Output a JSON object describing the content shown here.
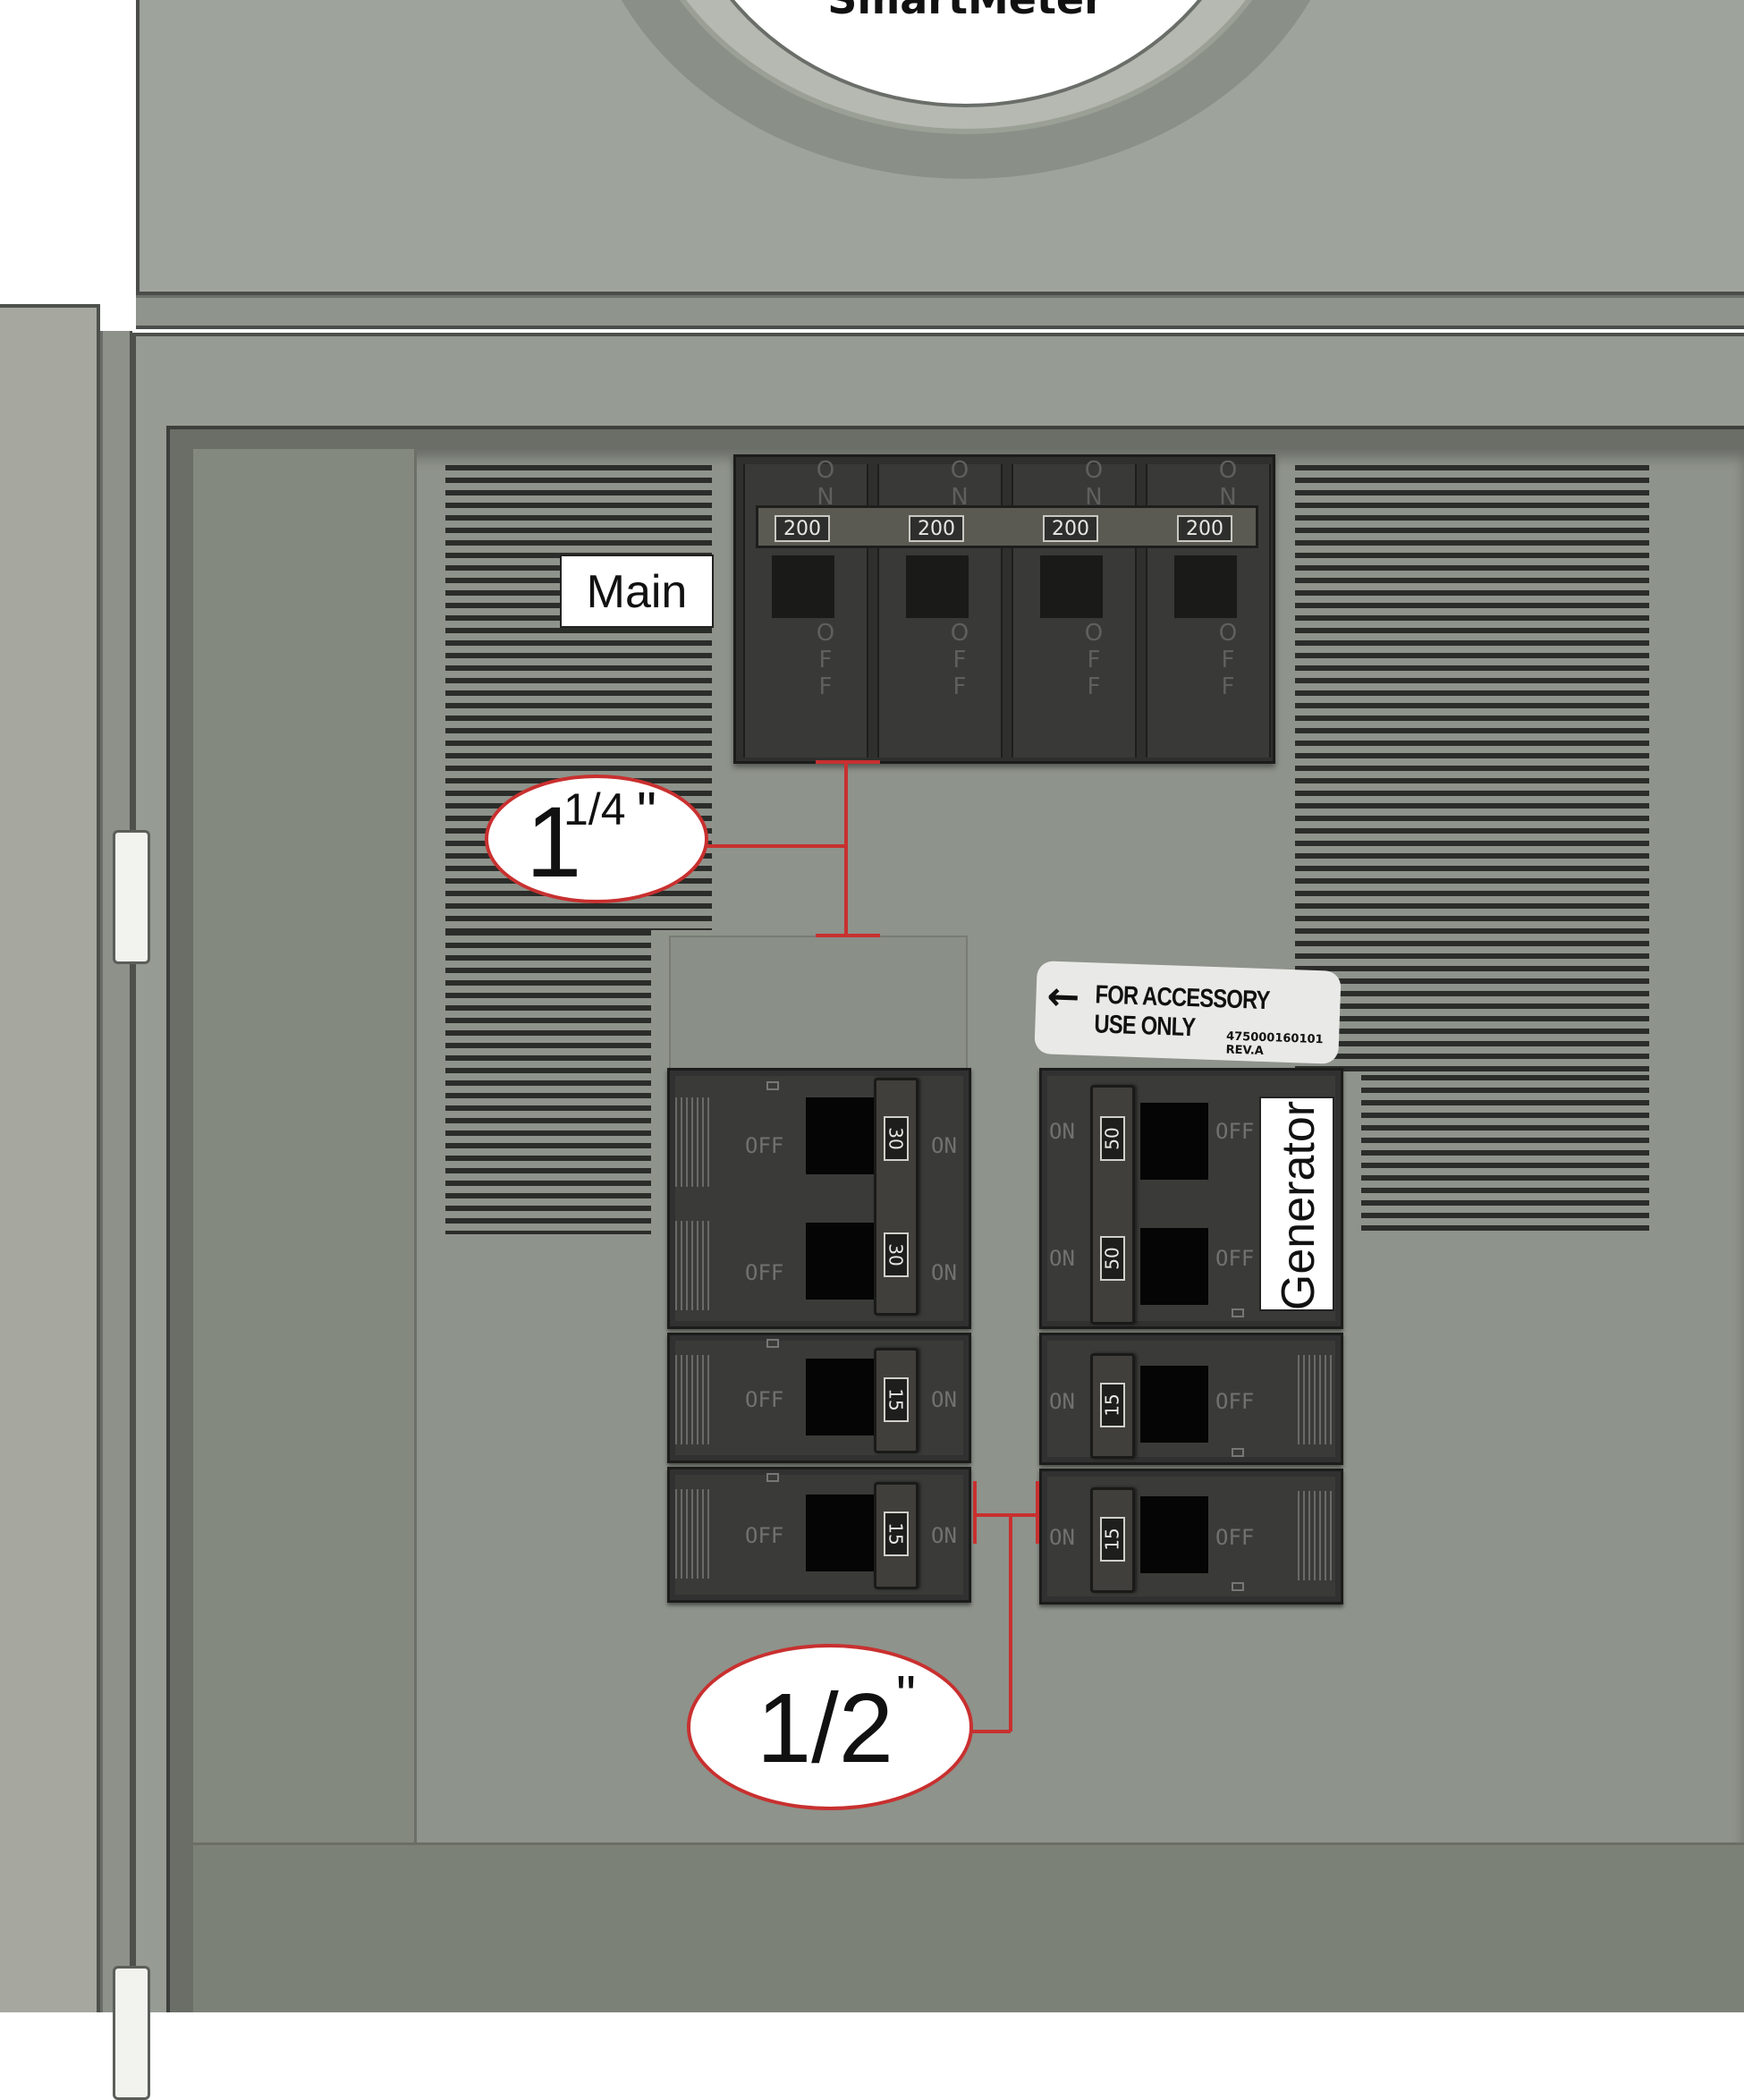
{
  "meter": {
    "label": "SmartMeter"
  },
  "labels": {
    "main": "Main",
    "generator": "Generator",
    "accessory": "FOR ACCESSORY USE ONLY",
    "accessory_part": "475000160101 REV.A",
    "accessory_arrow": "←"
  },
  "main_breaker": {
    "on_letters": [
      "O",
      "N"
    ],
    "off_letters": [
      "O",
      "F",
      "F"
    ],
    "poles": [
      {
        "amp": "200"
      },
      {
        "amp": "200"
      },
      {
        "amp": "200"
      },
      {
        "amp": "200"
      }
    ]
  },
  "breakers": {
    "on_text": "ON",
    "off_text": "OFF",
    "left": [
      {
        "amp": "30"
      },
      {
        "amp": "30"
      },
      {
        "amp": "15"
      },
      {
        "amp": "15"
      }
    ],
    "right": [
      {
        "amp": "50"
      },
      {
        "amp": "50"
      },
      {
        "amp": "15"
      },
      {
        "amp": "15"
      }
    ]
  },
  "dimensions": {
    "vertical": {
      "whole": "1",
      "fraction": "1/4",
      "unit": "\""
    },
    "horizontal": {
      "fraction": "1/2",
      "unit": "\""
    }
  },
  "colors": {
    "panel": "#8e938b",
    "breaker": "#303130",
    "dimension": "#c8302f"
  }
}
